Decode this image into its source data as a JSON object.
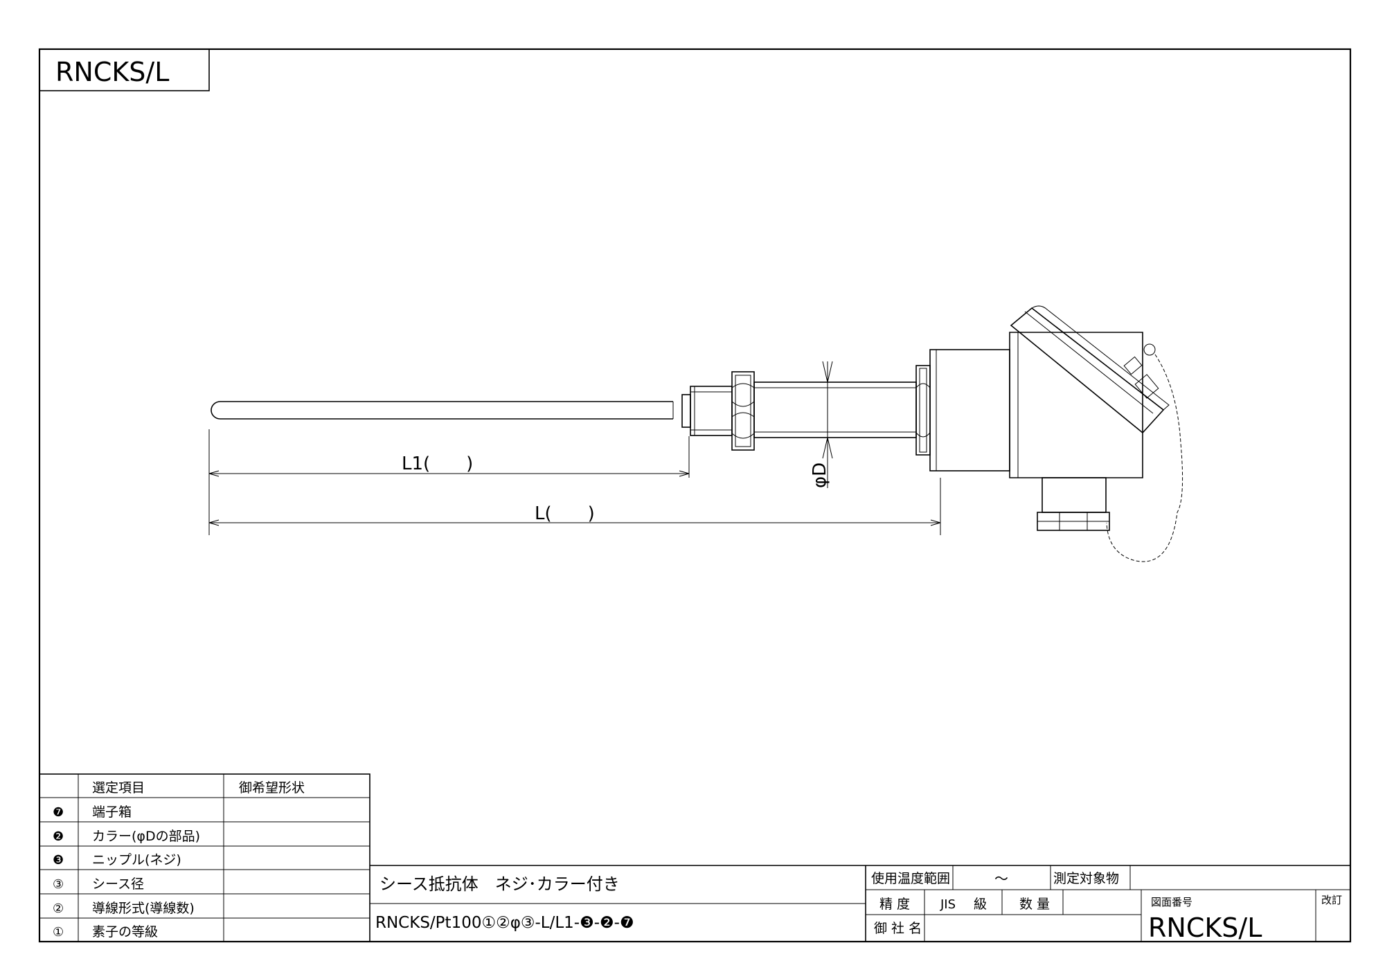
{
  "drawing_code_box": "RNCKS/L",
  "dimensions": {
    "l1": "L1(　　)",
    "l": "L(　　)",
    "phi_d": "φD"
  },
  "selection_table": {
    "headers": [
      "",
      "選定項目",
      "御希望形状"
    ],
    "rows": [
      {
        "mark": "❼",
        "item": "端子箱",
        "wish": ""
      },
      {
        "mark": "❷",
        "item": "カラー(φDの部品)",
        "wish": ""
      },
      {
        "mark": "❸",
        "item": "ニップル(ネジ)",
        "wish": ""
      },
      {
        "mark": "③",
        "item": "シース径",
        "wish": ""
      },
      {
        "mark": "②",
        "item": "導線形式(導線数)",
        "wish": ""
      },
      {
        "mark": "①",
        "item": "素子の等級",
        "wish": ""
      }
    ]
  },
  "title_block": {
    "product_name": "シース抵抗体　ネジ･カラー付き",
    "model_code": "RNCKS/Pt100①②φ③-L/L1-❸-❷-❼",
    "temp_range_label": "使用温度範囲",
    "temp_range_value": "～",
    "measured_object_label": "測定対象物",
    "accuracy_label": "精 度",
    "jis_label": "JIS",
    "class_label": "級",
    "quantity_label": "数 量",
    "customer_label": "御 社 名",
    "drawing_no_label": "図面番号",
    "drawing_no": "RNCKS/L",
    "revision_label": "改訂"
  }
}
